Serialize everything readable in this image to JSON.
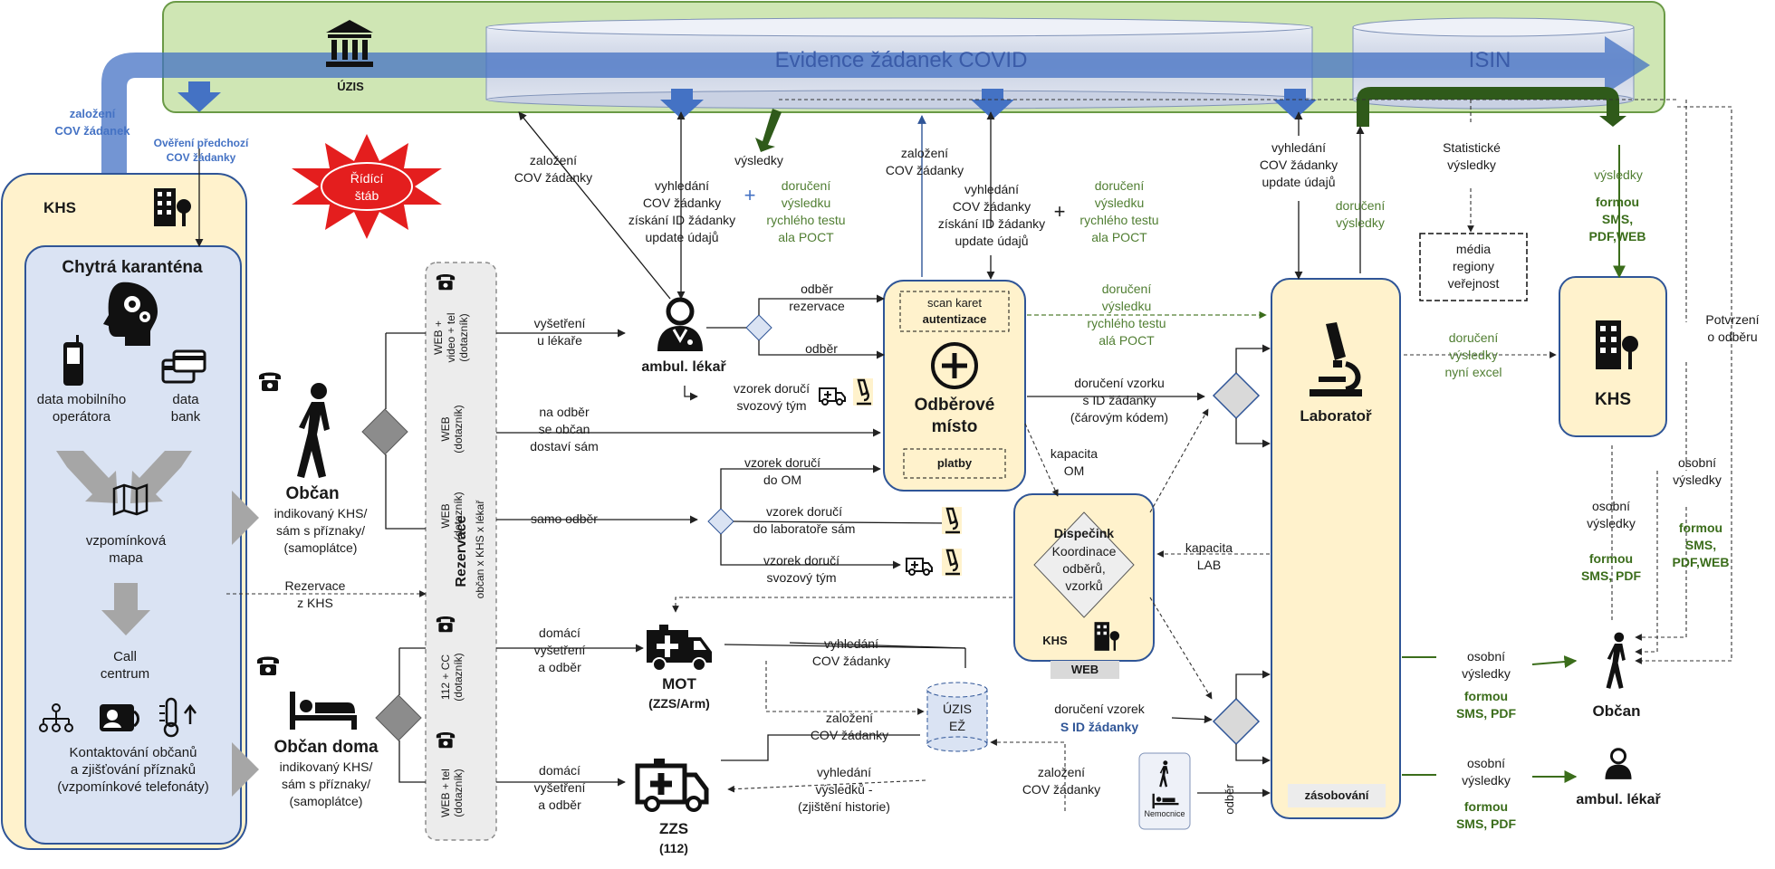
{
  "top": {
    "uzis_label": "ÚZIS",
    "evidence_title": "Evidence žádanek COVID",
    "isin_title": "ISIN"
  },
  "khs_left": {
    "title": "KHS",
    "chytra_title": "Chytrá karanténa",
    "mobile": "data mobilního\noperátora",
    "bank": "data\nbank",
    "map": "vzpomínková\nmapa",
    "call": "Call\ncentrum",
    "contact": "Kontaktování občanů\na zjišťování příznaků\n(vzpomínkové telefonáty)"
  },
  "labels": {
    "zalozeni_cov_top": "založení\nCOV žádanek",
    "overeni": "Ověření předchozí\nCOV žádanky",
    "ridici_stab": "Řídící\nštáb",
    "zalozeni_cov_1": "založení\nCOV žádanky",
    "vyhledani_1": "vyhledání\nCOV žádanky\nzískání ID žádanky\nupdate údajů",
    "plus": "+",
    "vysledky_1": "výsledky",
    "doruceni_poct_1": "doručení\nvýsledku\nrychlého testu\nala POCT",
    "zalozeni_cov_2": "založení\nCOV žádanky",
    "vyhledani_2": "vyhledání\nCOV žádanky\nzískání ID žádanky\nupdate údajů",
    "doruceni_poct_2": "doručení\nvýsledku\nrychlého testu\nala POCT",
    "vyhledani_lab": "vyhledání\nCOV žádanky\nupdate údajů",
    "doruceni_vysledky": "doručení\nvýsledky",
    "statisticke": "Statistické\nvýsledky",
    "media": "média\nregiony\nveřejnost",
    "vysledky_right": "výsledky",
    "formou_sms_web": "formou\nSMS,\nPDF,WEB",
    "potvrzeni": "Potvrzení\no odběru",
    "doruceni_excel": "doručení\nvýsledky\nnyní excel",
    "khs_right": "KHS",
    "osobni_vysl_1": "osobní\nvýsledky",
    "osobni_vysl_2": "osobní\nvýsledky",
    "formou_sms_pdf_1": "formou\nSMS, PDF",
    "formou_sms_pdf_web_2": "formou\nSMS,\nPDF,WEB",
    "obcan_right": "Občan",
    "osobni_vysl_3": "osobní\nvýsledky",
    "formou_sms_pdf_3": "formou\nSMS, PDF",
    "osobni_vysl_4": "osobní\nvýsledky",
    "formou_sms_pdf_4": "formou\nSMS, PDF",
    "ambul_right": "ambul. lékař",
    "ambul_lekar": "ambul. lékař",
    "vysetreni": "vyšetření\nu lékaře",
    "odber_rez": "odběr\nrezervace",
    "odber": "odběr",
    "vzorek_svozovy_1": "vzorek doručí\nsvozový tým",
    "na_odber": "na odběr\nse občan\ndostaví sám",
    "vzorek_om": "vzorek doručí\ndo OM",
    "samo_odber": "samo odběr",
    "vzorek_lab": "vzorek doručí\ndo laboratoře sám",
    "vzorek_svozovy_2": "vzorek doručí\nsvozový tým",
    "obcan": "Občan",
    "obcan_sub": "indikovaný KHS/\nsám s příznaky/\n(samoplátce)",
    "rezervace_khs": "Rezervace\nz KHS",
    "obcan_doma": "Občan doma",
    "obcan_doma_sub": "indikovaný KHS/\nsám s příznaky/\n(samoplátce)",
    "domaci_1": "domácí\nvyšetření\na odběr",
    "domaci_2": "domácí\nvyšetření\na odběr",
    "mot": "MOT",
    "mot_sub": "(ZZS/Arm)",
    "zzs": "ZZS",
    "zzs_sub": "(112)",
    "vyhledani_mot": "vyhledání\nCOV žádanky",
    "zalozeni_mot": "založení\nCOV žádanky",
    "vyhledani_vysl": "vyhledání\nvýsledků -\n(zjištění historie)",
    "uzis_ez": "ÚZIS\nEŽ",
    "doruceni_vzorek_id": "doručení vzorek",
    "s_id": "S ID žádanky",
    "zalozeni_nem": "založení\nCOV žádanky",
    "nemocnice": "Nemocnice",
    "odber_nem": "odběr",
    "scan": "scan karet",
    "autentizace": "autentizace",
    "odberove": "Odběrové\nmísto",
    "platby": "platby",
    "doruceni_vzorku": "doručení vzorku\ns ID žádanky\n(čárovým kódem)",
    "kapacita_om": "kapacita\nOM",
    "dispecink": "Dispečink",
    "koordinace": "Koordinace\nodběrů,\nvzorků",
    "khs_disp": "KHS",
    "web": "WEB",
    "kapacita_lab": "kapacita\nLAB",
    "doruceni_poct_3": "doručení\nvýsledku\nrychlého testu\nalá POCT",
    "laborator": "Laboratoř",
    "zasobovani": "zásobování",
    "rez_title": "Rezervace",
    "rez_sub": "občan x KHS x lékař",
    "ch_web_video": "WEB +\nvideo + tel\n(dotazník)",
    "ch_web_1": "WEB\n(dotazník)",
    "ch_web_2": "WEB\n(dotazník)",
    "ch_112": "112 + CC\n(dotazník)",
    "ch_web_tel": "WEB + tel\n(dotazník)"
  },
  "colors": {
    "green_band": "#cfe6b4",
    "khs_fill": "#fff2cc",
    "chytra_fill": "#dae3f3",
    "blue_arrow": "#4472c4",
    "dark_green": "#2f5a1a"
  }
}
